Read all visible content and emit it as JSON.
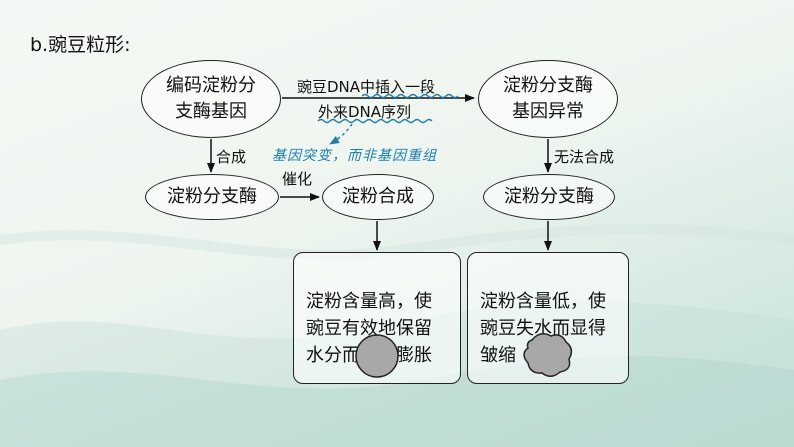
{
  "heading": "b.豌豆粒形:",
  "nodes": {
    "gene": "编码淀粉分\n支酶基因",
    "enzyme": "淀粉分支酶",
    "starch": "淀粉合成",
    "abnormal": "淀粉分支酶\n基因异常",
    "enzyme_right": "淀粉分支酶"
  },
  "labels": {
    "insert_top": "豌豆DNA中插入一段",
    "insert_bottom": "外来DNA序列",
    "synthesis": "合成",
    "catalyze": "催化",
    "no_synthesis": "无法合成"
  },
  "note": "基因突变，而非基因重组",
  "results": {
    "left": "淀粉含量高，使\n豌豆有效地保留\n水分而显得膨胀",
    "right": "淀粉含量低，使\n豌豆失水而显得\n皱缩"
  },
  "colors": {
    "note": "#1d7fb0",
    "pea": "#a8a8a8"
  }
}
